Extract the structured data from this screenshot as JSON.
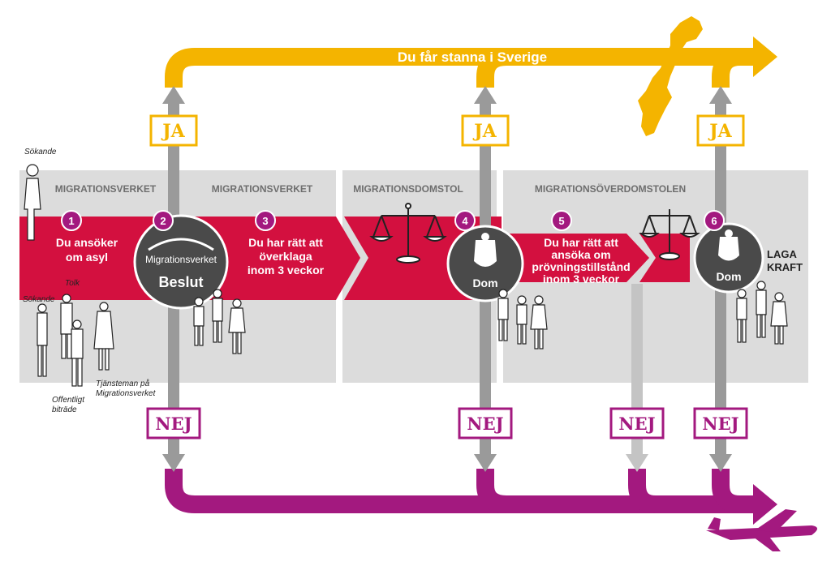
{
  "colors": {
    "red": "#d3103f",
    "yellow": "#f4b400",
    "magenta": "#a3197f",
    "gray_panel": "#dcdcdc",
    "gray_arrow": "#9a9a9a",
    "dark_circle": "#4a4a4a"
  },
  "top_path": {
    "label": "Du får stanna i Sverige"
  },
  "panels": [
    {
      "title": "MIGRATIONSVERKET"
    },
    {
      "title": "MIGRATIONSVERKET"
    },
    {
      "title": "MIGRATIONSDOMSTOL"
    },
    {
      "title": "MIGRATIONSÖVERDOMSTOLEN"
    }
  ],
  "steps": [
    {
      "num": "1",
      "lines": [
        "Du ansöker",
        "om asyl"
      ]
    },
    {
      "num": "2",
      "logo": "Migrationsverket",
      "label": "Beslut"
    },
    {
      "num": "3",
      "lines": [
        "Du har rätt att",
        "överklaga",
        "inom 3 veckor"
      ]
    },
    {
      "num": "4",
      "label": "Dom"
    },
    {
      "num": "5",
      "lines": [
        "Du har rätt att",
        "ansöka om",
        "prövningstillstånd",
        "inom 3 veckor"
      ]
    },
    {
      "num": "6",
      "label": "Dom"
    }
  ],
  "final_status": {
    "lines": [
      "LAGA",
      "KRAFT"
    ]
  },
  "ja_label": "JA",
  "nej_label": "NEJ",
  "figure_notes": {
    "sokande_top": "Sökande",
    "sokande_bottom": "Sökande",
    "tolk": "Tolk",
    "tjansteman": [
      "Tjänsteman på",
      "Migrationsverket"
    ],
    "offentligt": [
      "Offentligt",
      "biträde"
    ]
  },
  "icons": [
    "person-icon",
    "scales-icon",
    "court-emblem-icon",
    "sweden-map-icon",
    "airplane-icon"
  ]
}
